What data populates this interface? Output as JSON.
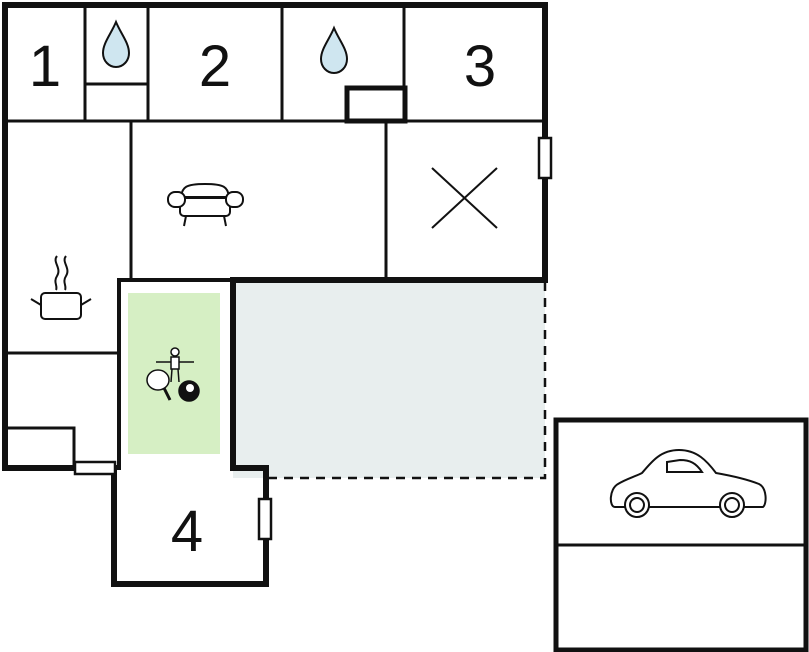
{
  "rooms": {
    "bedroom_1": "1",
    "bedroom_2": "2",
    "bedroom_3": "3",
    "bedroom_4": "4"
  },
  "icons": {
    "bath_1": "water-drop-icon",
    "bath_2": "water-drop-icon",
    "living": "sofa-icon",
    "kitchen": "cooking-pot-icon",
    "games": "games-icon",
    "garage": "car-icon",
    "other_room": "x-mark"
  },
  "colors": {
    "wall": "#111111",
    "terrace": "#e8eeee",
    "games_room": "#d6efc4",
    "water": "#cfe6f0"
  }
}
